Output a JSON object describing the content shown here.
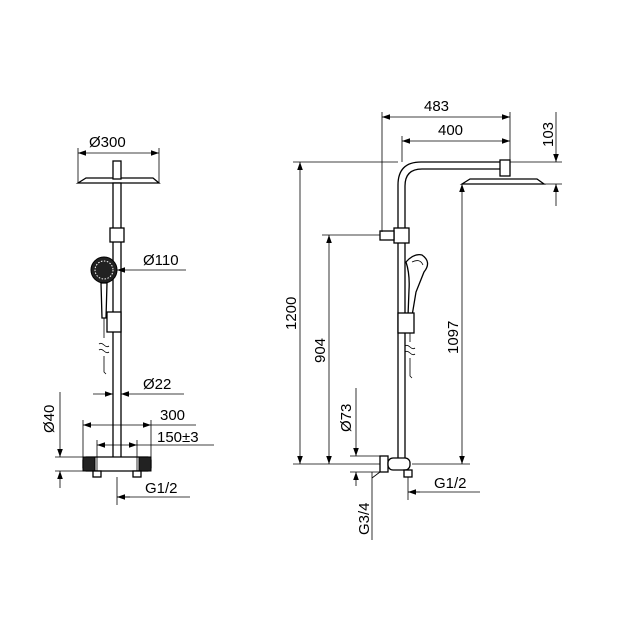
{
  "dimensions": {
    "front_head_diameter": "Ø300",
    "front_hand_shower_diameter": "Ø110",
    "front_rail_diameter": "Ø22",
    "front_mixer_height": "Ø40",
    "front_mixer_width": "300",
    "front_connection_spacing": "150±3",
    "front_connection_thread": "G1/2",
    "side_arm_length": "483",
    "side_arm_reach": "400",
    "side_head_offset": "103",
    "side_total_height": "1200",
    "side_hand_holder_height": "904",
    "side_head_height": "1097",
    "side_rosette_diameter": "Ø73",
    "side_inlet_thread": "G3/4",
    "side_outlet_thread": "G1/2"
  }
}
